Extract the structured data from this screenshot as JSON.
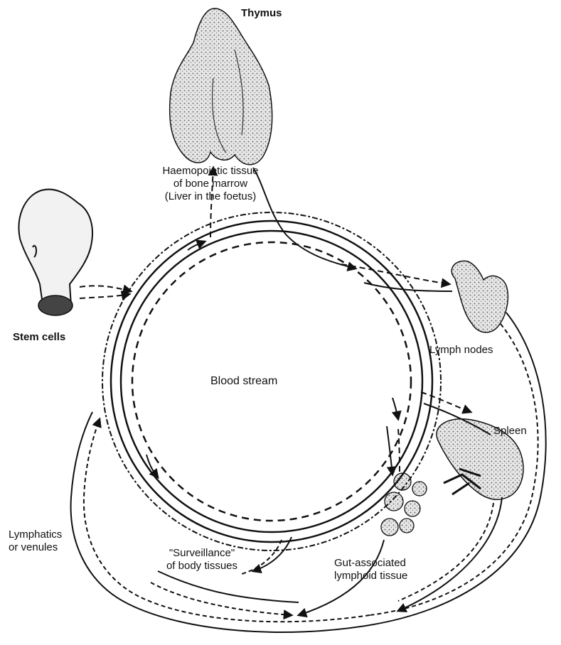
{
  "diagram": {
    "labels": {
      "thymus": "Thymus",
      "haemopoietic_line1": "Haemopoietic tissue",
      "haemopoietic_line2": "of bone marrow",
      "haemopoietic_line3": "(Liver in the foetus)",
      "stem_cells": "Stem cells",
      "blood_stream": "Blood stream",
      "lymph_nodes": "Lymph nodes",
      "spleen": "Spleen",
      "lymphatics_line1": "Lymphatics",
      "lymphatics_line2": "or venules",
      "surveillance_line1": "\"Surveillance\"",
      "surveillance_line2": "of body tissues",
      "gut_line1": "Gut-associated",
      "gut_line2": "lymphoid tissue"
    },
    "colors": {
      "ink": "#111111",
      "organ_fill": "#d9d9d9",
      "background": "#ffffff"
    }
  }
}
